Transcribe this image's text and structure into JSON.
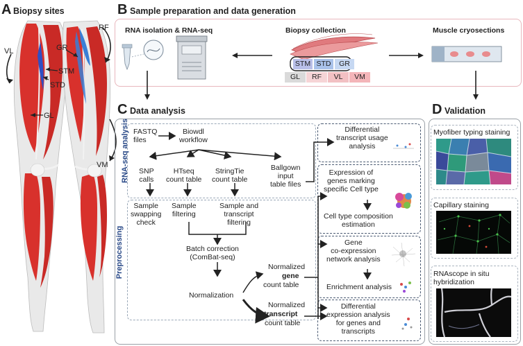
{
  "panels": {
    "a": {
      "letter": "A",
      "title": "Biopsy sites"
    },
    "b": {
      "letter": "B",
      "title": "Sample preparation and data generation"
    },
    "c": {
      "letter": "C",
      "title": "Data analysis"
    },
    "d": {
      "letter": "D",
      "title": "Validation"
    }
  },
  "muscle_labels": {
    "rf": "RF",
    "vl": "VL",
    "gr": "GR",
    "stm": "STM",
    "std": "STD",
    "gl": "GL",
    "vm": "VM"
  },
  "sample_prep": {
    "rna": "RNA isolation & RNA-seq",
    "biopsy": "Biopsy collection",
    "cryo": "Muscle cryosections",
    "boxes_top": [
      "STM",
      "STD",
      "GR"
    ],
    "boxes_bottom": [
      "GL",
      "RF",
      "VL",
      "VM"
    ]
  },
  "analysis": {
    "rnaseq_label": "RNA-seq analysis",
    "preproc_label": "Preprocessing",
    "fastq": "FASTQ\nfiles",
    "biowdl": "Biowdl\nworkflow",
    "snp": "SNP\ncalls",
    "htseq": "HTseq\ncount table",
    "stringtie": "StringTie\ncount table",
    "ballgown": "Ballgown\ninput\ntable files",
    "swap": "Sample\nswapping\ncheck",
    "sfilter": "Sample\nfiltering",
    "stfilter": "Sample and\ntranscript\nfiltering",
    "batch": "Batch correction\n(ComBat-seq)",
    "norm": "Normalization",
    "gene_pre": "Normalized",
    "gene_bold": "gene",
    "gene_post": "count table",
    "tx_pre": "Normalized",
    "tx_bold": "transcript",
    "tx_post": "count table",
    "dtu": "Differential\ntranscript usage\nanalysis",
    "expr": "Expression of\ngenes marking\nspecific Cell type",
    "ctype": "Cell type composition\nestimation",
    "coexp": "Gene\nco-expression\nnetwork analysis",
    "enrich": "Enrichment analysis",
    "dea": "Differential\nexpression analysis\nfor genes and\ntranscripts"
  },
  "validation": {
    "myo": "Myofiber typing staining",
    "cap": "Capillary staining",
    "rnascope": "RNAscope in situ\nhybridization"
  },
  "colors": {
    "red": "#d8312c",
    "blue": "#3a7fd6",
    "navy": "#2a4a88",
    "pink": "#f4c2c6"
  }
}
